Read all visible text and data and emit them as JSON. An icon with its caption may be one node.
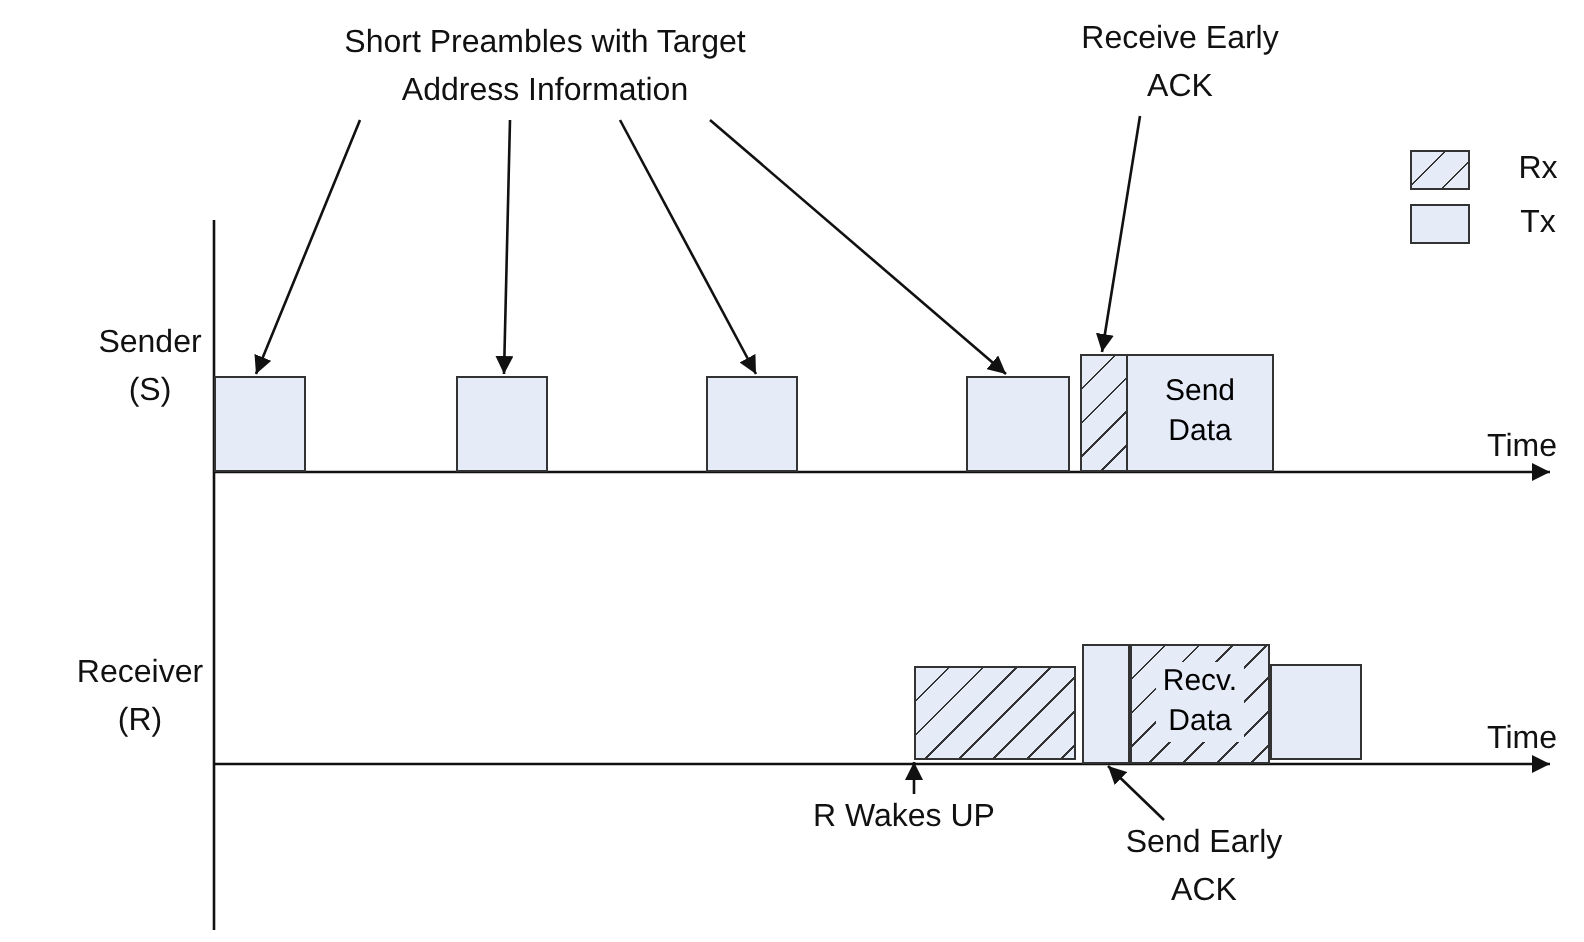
{
  "diagram": {
    "nodes": [
      {
        "text": [
          "Short Preambles with Target Address Information"
        ]
      },
      {
        "text": [],
        "shape": "box"
      },
      {
        "text": [],
        "shape": "box"
      },
      {
        "text": [],
        "shape": "box"
      },
      {
        "text": [],
        "shape": "box"
      },
      {
        "text": [
          "Receive Early ACK"
        ]
      },
      {
        "text": [],
        "shape": "box"
      },
      {
        "text": [
          "Send Data"
        ]
      },
      {
        "text": [],
        "shape": "box"
      },
      {
        "text": [],
        "shape": "box"
      },
      {
        "text": [
          "Recv. Data"
        ]
      },
      {
        "text": [],
        "shape": "box"
      },
      {
        "text": [
          "R Wakes UP"
        ]
      },
      {
        "text": [
          "Send Early ACK"
        ]
      }
    ],
    "edges": [
      {
        "from": 0,
        "to": 1,
        "arrow": "to"
      },
      {
        "from": 0,
        "to": 2,
        "arrow": "to"
      },
      {
        "from": 0,
        "to": 3,
        "arrow": "to"
      },
      {
        "from": 0,
        "to": 4,
        "arrow": "to"
      },
      {
        "from": 5,
        "to": 6,
        "arrow": "to"
      },
      {
        "from": 12,
        "to": 8,
        "arrow": "to"
      },
      {
        "from": 13,
        "to": 9,
        "arrow": "to"
      }
    ],
    "labels": [
      "Sender (S)",
      "Time",
      "Receiver (R)",
      "Time"
    ],
    "legend": [
      {
        "text": "Rx"
      },
      {
        "text": "Tx",
        "color": "#e6ecf7"
      }
    ]
  }
}
